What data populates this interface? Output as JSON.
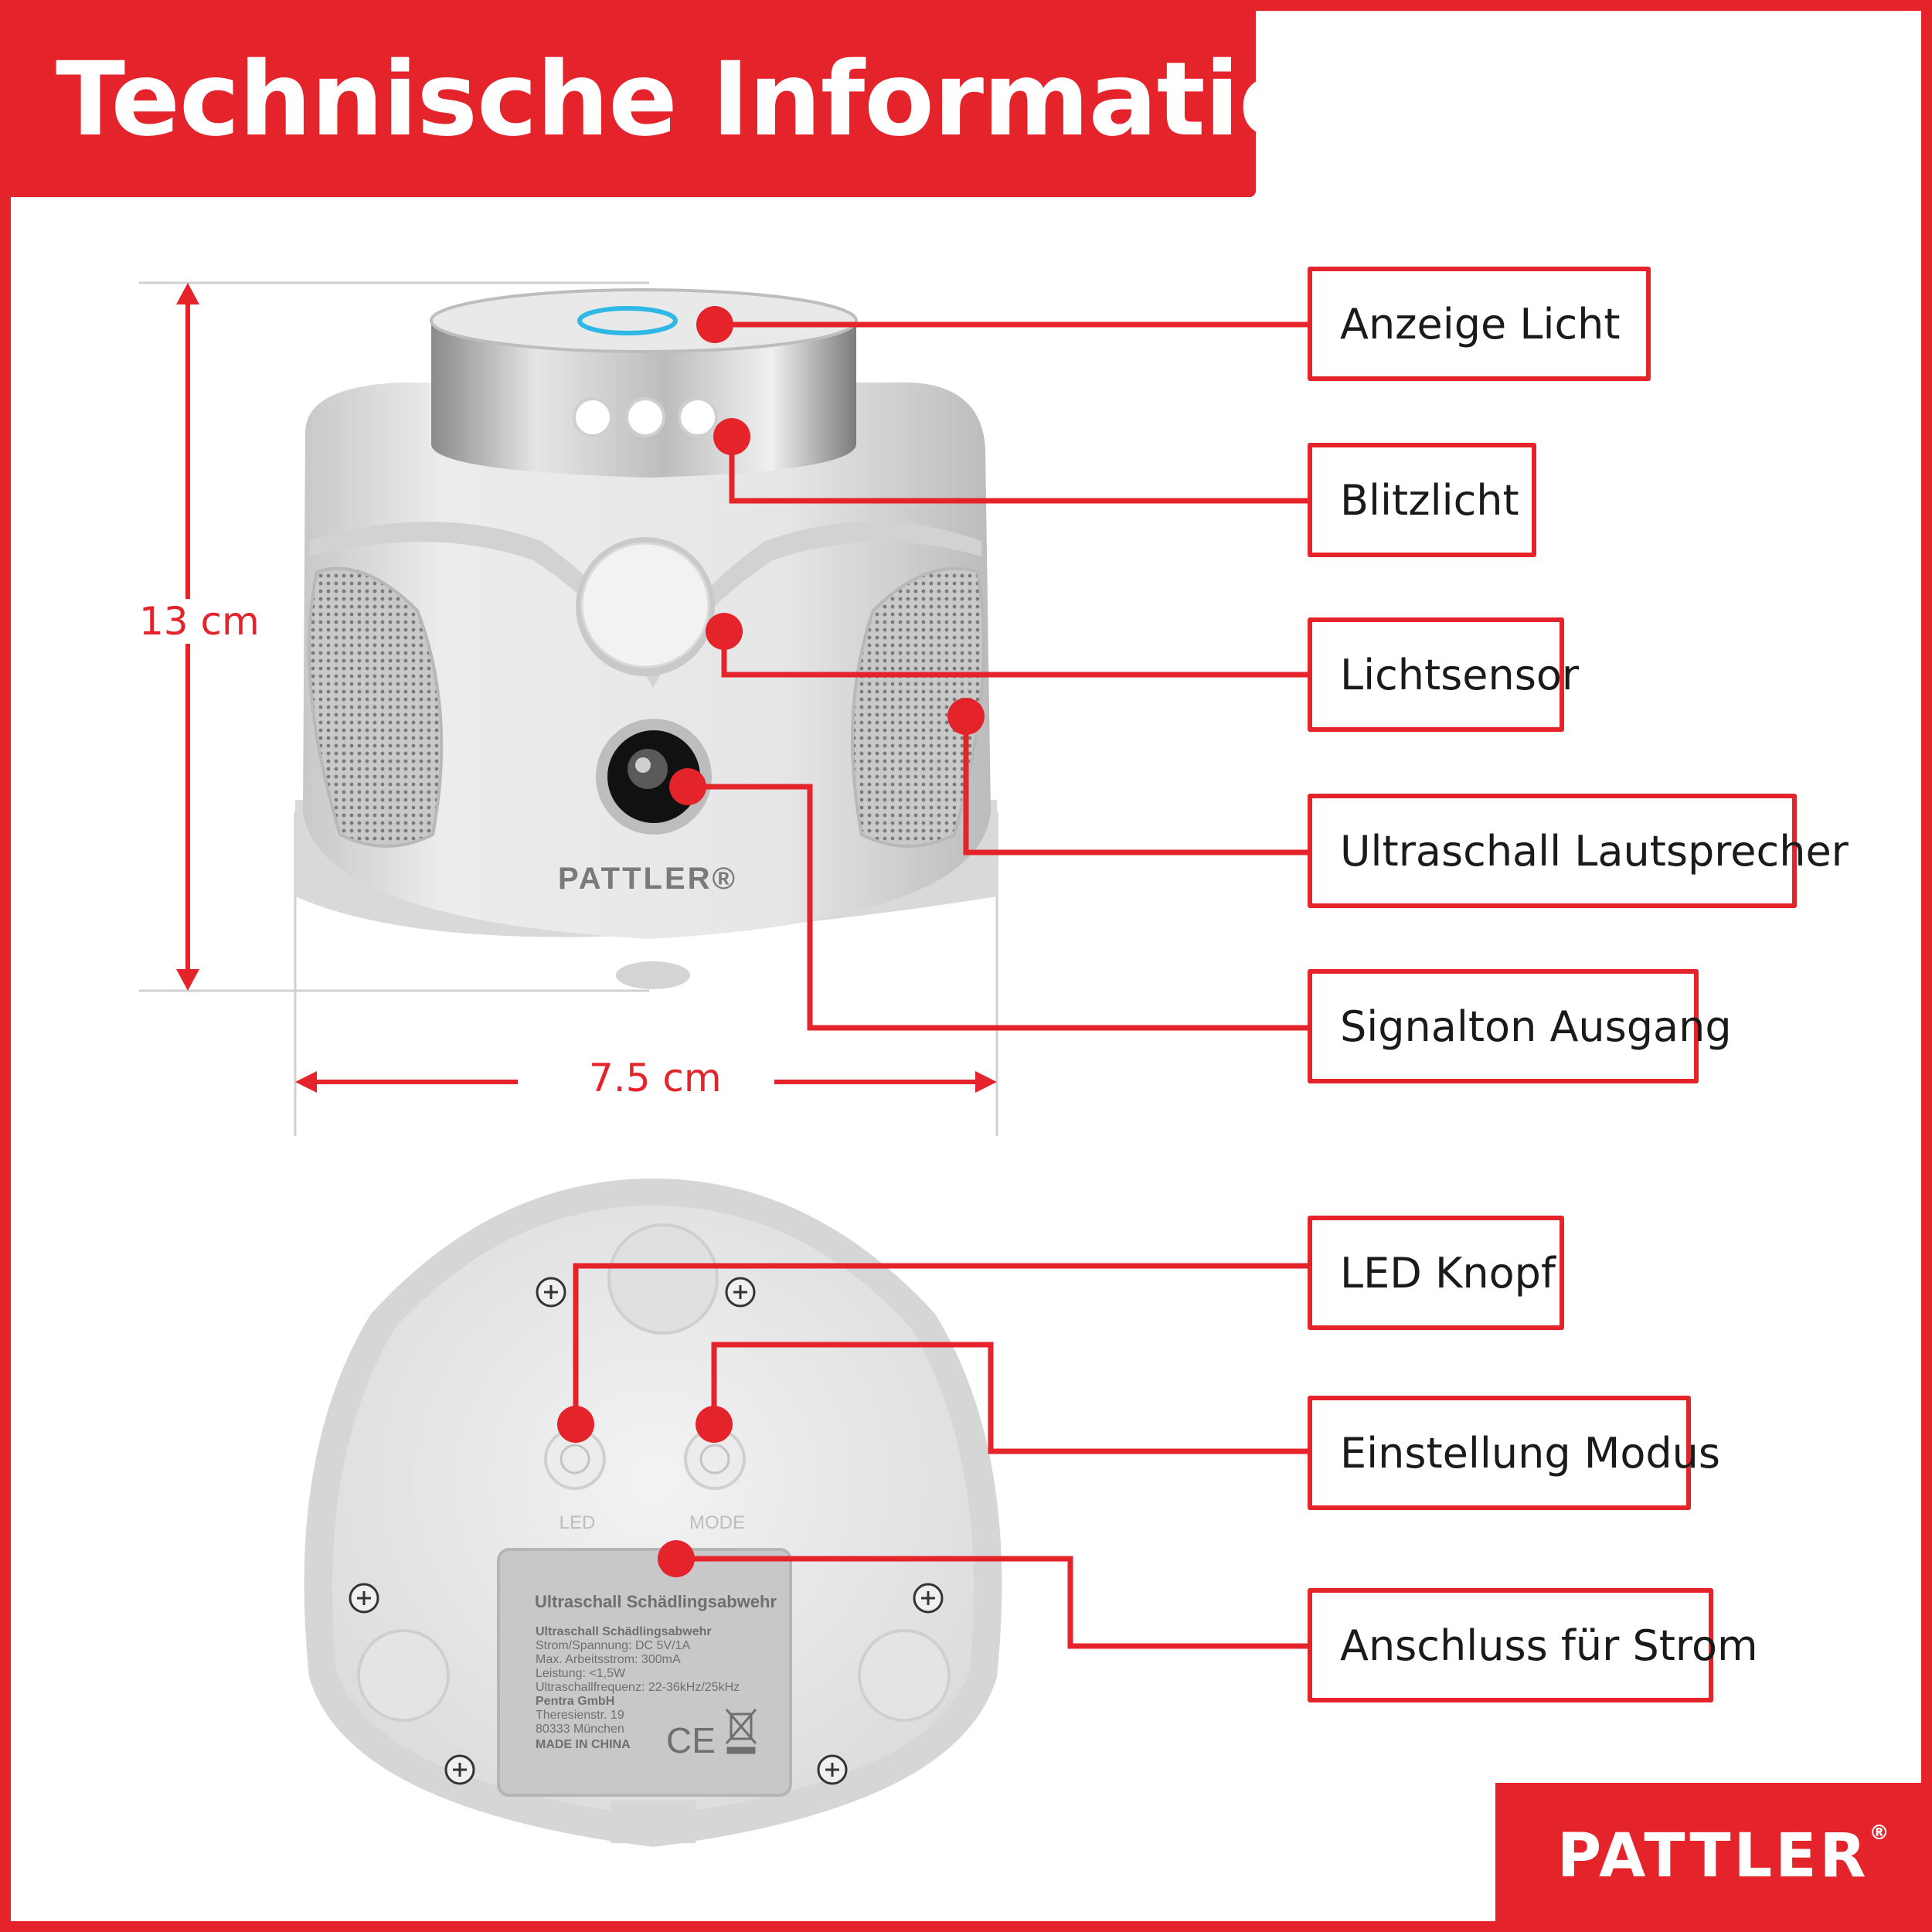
{
  "header": {
    "title": "Technische Informationen"
  },
  "dimensions": {
    "height": "13 cm",
    "width": "7.5 cm"
  },
  "device_front": {
    "brand_print": "PATTLER®"
  },
  "device_bottom": {
    "button_labels": [
      "LED",
      "MODE"
    ],
    "spec_label": {
      "title": "Ultraschall Schädlingsabwehr",
      "lines": [
        "Ultraschall Schädlingsabwehr",
        "Strom/Spannung: DC 5V/1A",
        "Max. Arbeitsstrom: 300mA",
        "Leistung: <1,5W",
        "Ultraschallfrequenz: 22-36kHz/25kHz",
        "Pentra GmbH",
        "Theresienstr. 19",
        "80333 München",
        "MADE IN CHINA"
      ],
      "marks": "CE"
    }
  },
  "callouts": [
    "Anzeige Licht",
    "Blitzlicht",
    "Lichtsensor",
    "Ultraschall Lautsprecher",
    "Signalton Ausgang",
    "LED Knopf",
    "Einstellung Modus",
    "Anschluss für Strom"
  ],
  "footer": {
    "brand": "PATTLER",
    "registered": "®"
  },
  "colors": {
    "accent": "#e4232b",
    "text": "#1a1a1a",
    "device": "#dedede"
  }
}
